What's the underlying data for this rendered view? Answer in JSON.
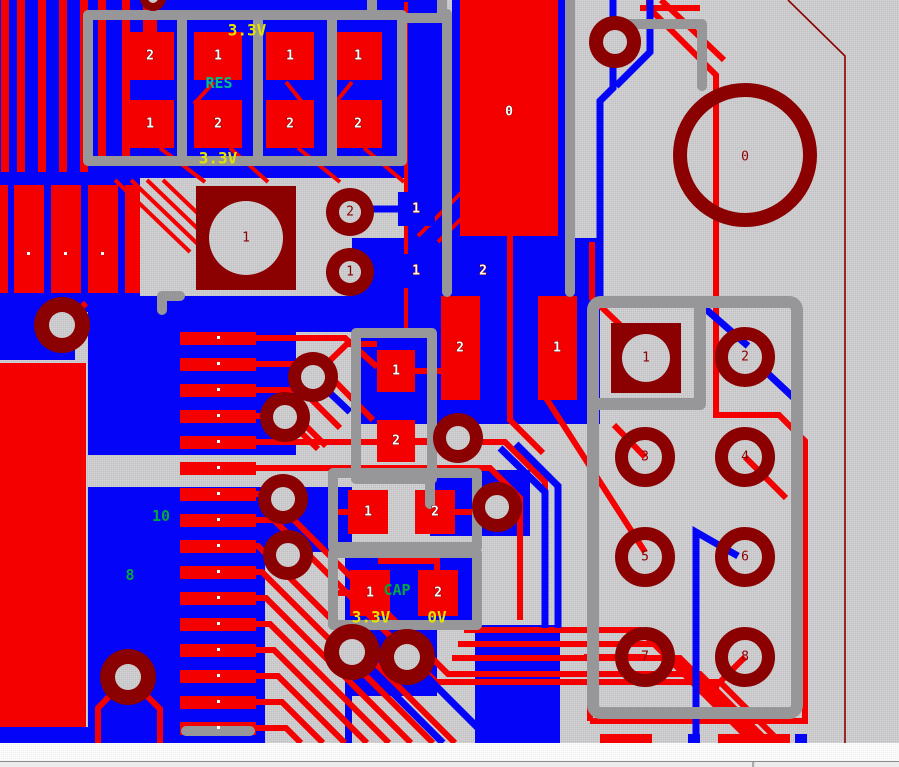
{
  "app": {
    "type": "pcb-layout-editor-viewport"
  },
  "colors": {
    "copper_top": "#f40000",
    "copper_bottom": "#0404f8",
    "drill_hole": "#8b0000",
    "silkscreen": "#97979a",
    "board_background": "#cacacc",
    "net_label_yellow": "#e3e300",
    "component_label_teal": "#00c08a",
    "component_label_green": "#00a93c"
  },
  "labels": {
    "v33_top": "3.3V",
    "v33_res_bottom": "3.3V",
    "res_name": "RES",
    "cap_name": "CAP",
    "cap_v33": "3.3V",
    "cap_0v": "0V",
    "bus_upper": "10",
    "bus_lower": "8"
  },
  "pads": {
    "res": [
      {
        "t": "2",
        "b": "1"
      },
      {
        "t": "1",
        "b": "2"
      },
      {
        "t": "1",
        "b": "2"
      },
      {
        "t": "1",
        "b": "2"
      }
    ],
    "power_pad": "0",
    "mount_hole": "0",
    "square_pad": "1",
    "via_upper": "2",
    "via_lower": "1",
    "blue_pad_upper": "1",
    "blue_pad_lower": "1",
    "plane_pad": "2",
    "rect_pad_left": "2",
    "rect_pad_right": "1",
    "discrete_upper": {
      "p1": "1",
      "p2": "2"
    },
    "discrete_lower": {
      "p1": "1",
      "p2": "2"
    },
    "capacitor": {
      "p1": "1",
      "p2": "2"
    },
    "connector_pins": [
      "1",
      "2",
      "3",
      "4",
      "5",
      "6",
      "7",
      "8"
    ]
  },
  "statusbar": {
    "left_panel": "",
    "right_panel": ""
  }
}
